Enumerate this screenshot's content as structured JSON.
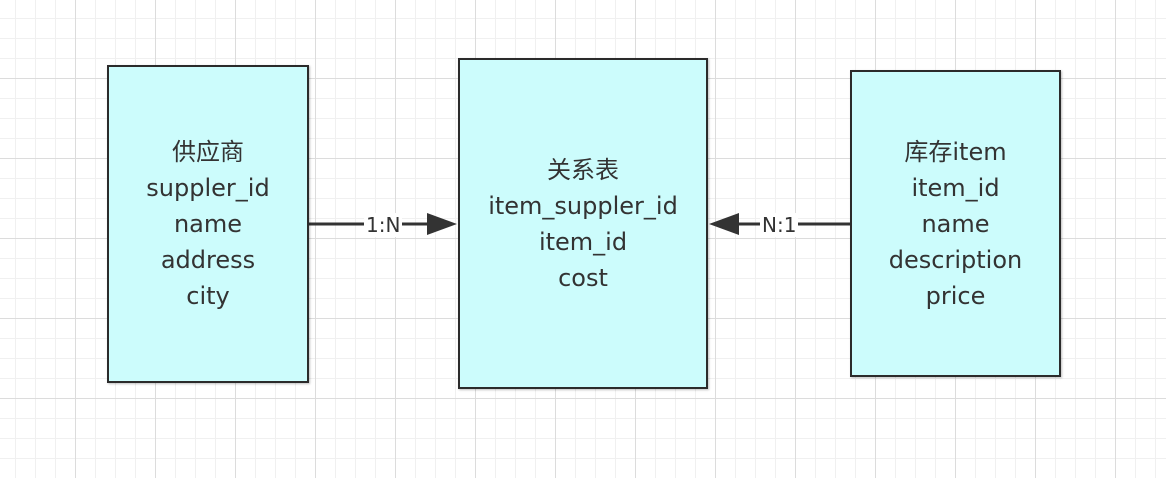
{
  "entities": {
    "supplier": {
      "title": "供应商",
      "fields": [
        "suppler_id",
        "name",
        "address",
        "city"
      ]
    },
    "relation": {
      "title": "关系表",
      "fields": [
        "item_suppler_id",
        "item_id",
        "cost"
      ]
    },
    "item": {
      "title": "库存item",
      "fields": [
        "item_id",
        "name",
        "description",
        "price"
      ]
    }
  },
  "relationships": {
    "supplier_to_relation": "1:N",
    "item_to_relation": "N:1"
  },
  "colors": {
    "box_fill": "#ccfcfc",
    "box_border": "#2b2b2b",
    "line": "#333333"
  }
}
